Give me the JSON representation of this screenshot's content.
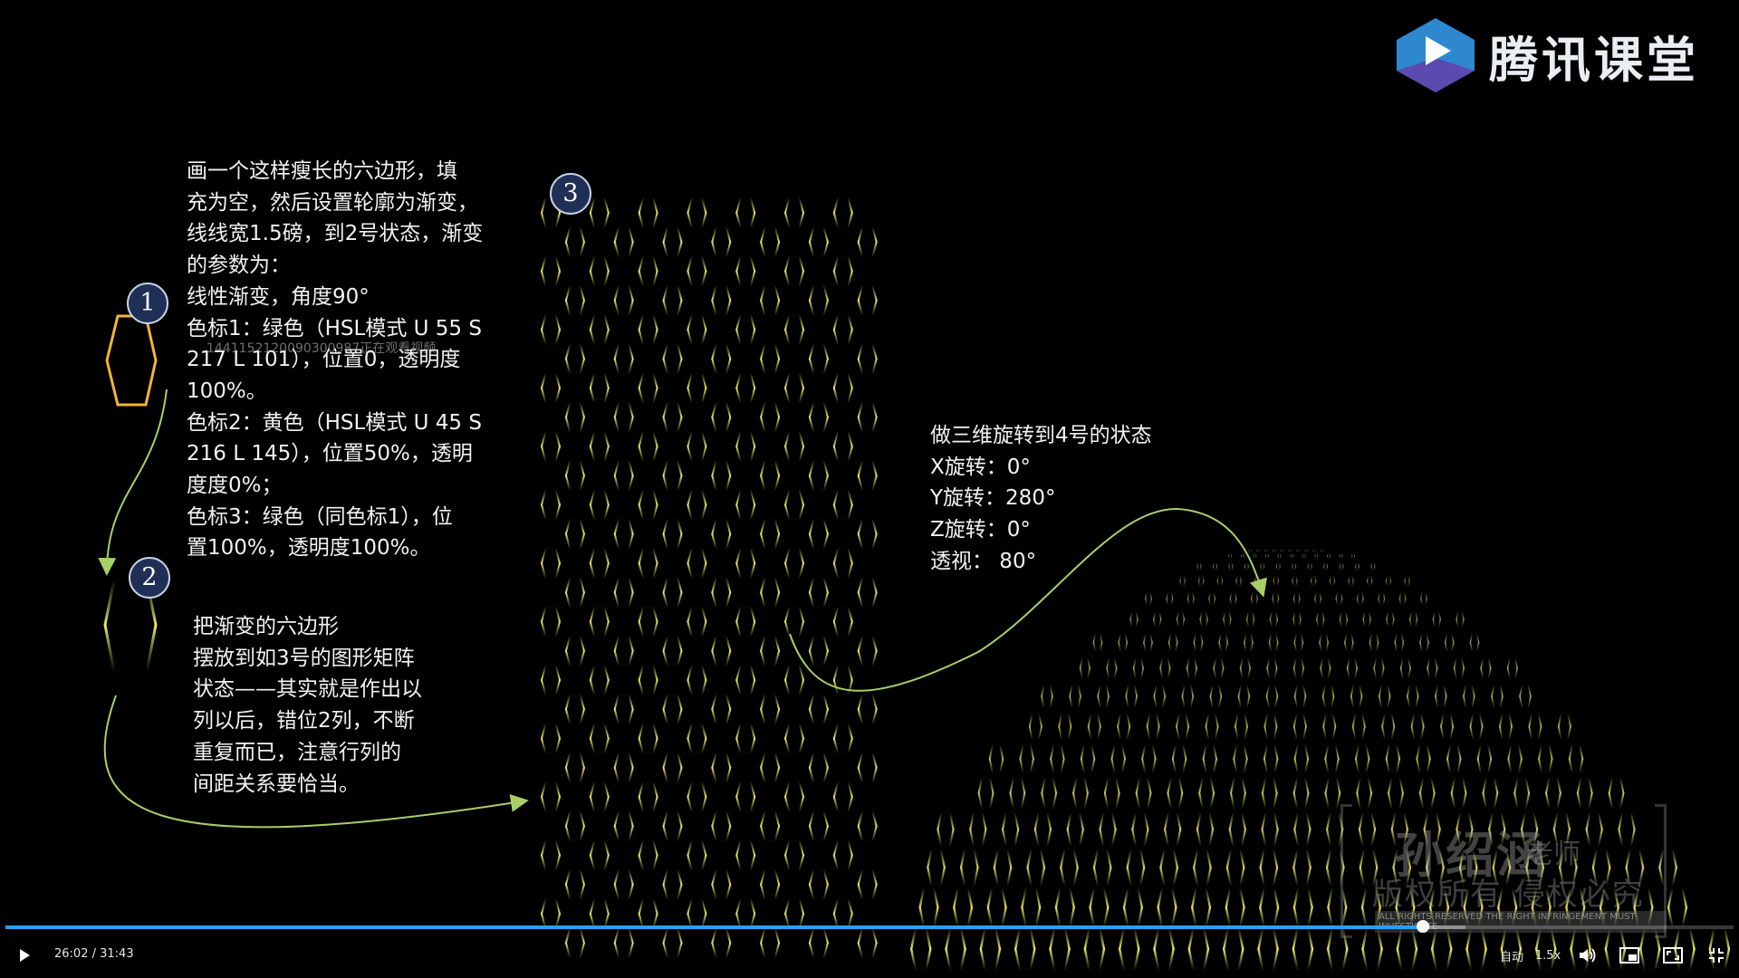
{
  "logo": {
    "text": "腾讯课堂",
    "mark": "play-triangle-logo"
  },
  "step1": {
    "number": "1",
    "paragraph": "画一个这样瘦长的六边形，填\n充为空，然后设置轮廓为渐变，\n线线宽1.5磅，到2号状态，渐变\n的参数为：\n线性渐变，角度90°\n色标1：绿色（HSL模式 U 55  S\n217  L 101），位置0，透明度\n100%。\n色标2：黄色（HSL模式 U 45  S\n216  L 145），位置50%，透明\n度度0%；\n色标3：绿色（同色标1），位\n置100%，透明度100%。"
  },
  "step2": {
    "number": "2",
    "paragraph": "把渐变的六边形\n摆放到如3号的图形矩阵\n状态——其实就是作出以\n列以后，错位2列，不断\n重复而已，注意行列的\n间距关系要恰当。"
  },
  "step3": {
    "number": "3"
  },
  "step4": {
    "paragraph": "做三维旋转到4号的状态\nX旋转：0°\nY旋转：280°\nZ旋转：0°\n透视：  80°"
  },
  "overlay_id": "1441152120090300987正在观看视频",
  "watermark": {
    "name": "孙绍涵",
    "title": "老师",
    "rights": "版权所有 侵权必究",
    "english": "ALL RIGHTS RESERVED THE RIGHT INFRINGEMENT MUST INVESTIGATE"
  },
  "colors": {
    "accent": "#2aa0f0",
    "hex_outline": "#f0b43a",
    "curve": "#a8cf6a",
    "hex_yellow": "#e8e36a",
    "badge_bg": "#1f2f55"
  },
  "player": {
    "current_time": "26:02",
    "separator": " / ",
    "duration": "31:43",
    "progress": 0.8204,
    "buffered": 0.845,
    "quality_label": "自动",
    "speed_label": "1.5x",
    "icons": [
      "play-icon",
      "volume-icon",
      "picture-in-picture-icon",
      "widescreen-icon",
      "exit-fullscreen-icon"
    ]
  }
}
